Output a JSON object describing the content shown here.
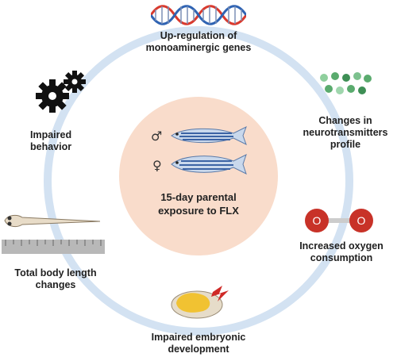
{
  "center": {
    "lines": [
      "15-day parental",
      "exposure to FLX"
    ],
    "male_symbol": "♂",
    "female_symbol": "♀"
  },
  "nodes": {
    "top": {
      "lines": [
        "Up-regulation of",
        "monoaminergic genes"
      ],
      "icon": "dna-helix-icon"
    },
    "right_upper": {
      "lines": [
        "Changes in",
        "neurotransmitters",
        "profile"
      ],
      "icon": "neurotransmitter-dots-icon"
    },
    "right_lower": {
      "lines": [
        "Increased oxygen",
        "consumption"
      ],
      "icon": "oxygen-molecule-icon"
    },
    "bottom": {
      "lines": [
        "Impaired embryonic",
        "development"
      ],
      "icon": "embryo-icon"
    },
    "left_lower": {
      "lines": [
        "Total body length",
        "changes"
      ],
      "icon": "larva-ruler-icon"
    },
    "left_upper": {
      "lines": [
        "Impaired",
        "behavior"
      ],
      "icon": "gears-icon"
    }
  },
  "colors": {
    "ring": "#d3e2f2",
    "center_disc": "#f9dccb",
    "dna_red": "#d93a2e",
    "dna_blue": "#2f63b3",
    "oxygen_red": "#c83228",
    "dots_green": "#5aab6e"
  }
}
